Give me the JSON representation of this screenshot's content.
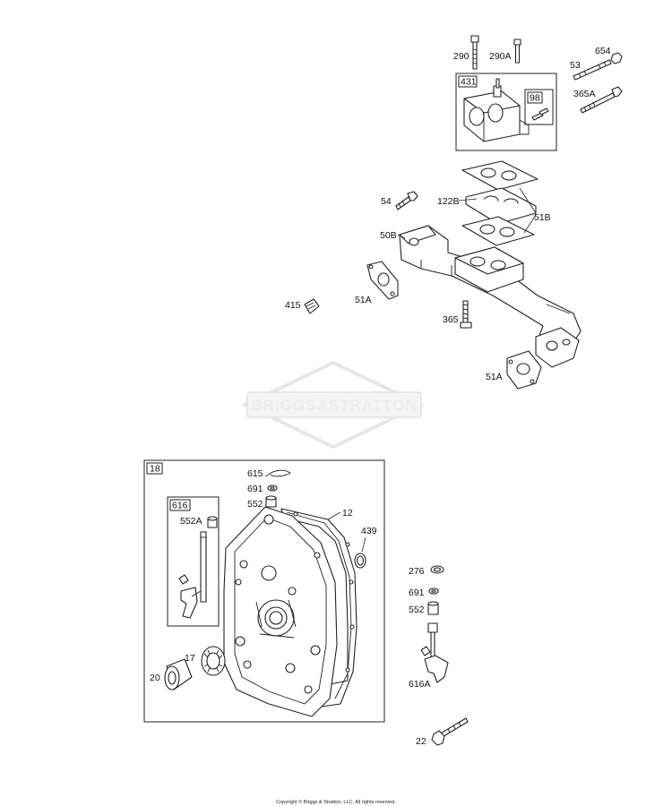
{
  "watermark": {
    "text": "BRIGGS&STRATTON"
  },
  "copyright": "Copyright © Briggs & Stratton, LLC. All rights reserved.",
  "boxes": {
    "b431": "431",
    "b98": "98",
    "b18": "18",
    "b616": "616"
  },
  "labels": {
    "p290": "290",
    "p290A": "290A",
    "p654": "654",
    "p53": "53",
    "p365A": "365A",
    "p54": "54",
    "p122B": "122B",
    "p51B": "51B",
    "p50B": "50B",
    "p51A_1": "51A",
    "p415": "415",
    "p365": "365",
    "p51A_2": "51A",
    "p615": "615",
    "p691_1": "691",
    "p552_1": "552",
    "p12": "12",
    "p552A": "552A",
    "p439": "439",
    "p17": "17",
    "p20": "20",
    "p276": "276",
    "p691_2": "691",
    "p552_2": "552",
    "p616A": "616A",
    "p22": "22"
  }
}
